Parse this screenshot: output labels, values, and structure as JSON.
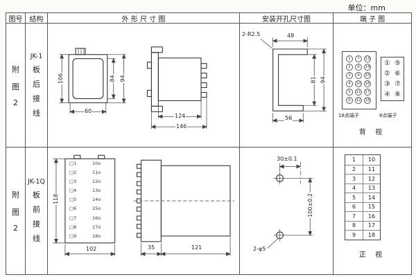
{
  "unit_label": "单位：mm",
  "header": {
    "fig": "图号",
    "struct": "结构",
    "outline": "外 形 尺 寸 图",
    "mount": "安装开孔尺寸图",
    "terminal": "端 子 图"
  },
  "row1": {
    "fig": [
      "附",
      "图",
      "2"
    ],
    "struct_model": "JK-1",
    "struct_chars": [
      "板",
      "后",
      "接",
      "线"
    ],
    "outline": {
      "d106": "106",
      "d84": "84",
      "d94": "94",
      "d60": "60",
      "d124": "124",
      "d146": "146"
    },
    "mount": {
      "radius": "2-R2.5",
      "d48": "48",
      "d81": "81",
      "d94": "94",
      "d56": "56"
    },
    "terminal": {
      "t18": [
        "1",
        "7",
        "13",
        "2",
        "8",
        "14",
        "3",
        "9",
        "15",
        "4",
        "10",
        "16",
        "5",
        "11",
        "17",
        "6",
        "12",
        "18"
      ],
      "t8": [
        "①",
        "⑤",
        "②",
        "⑥",
        "③",
        "⑦",
        "④",
        "⑧"
      ],
      "t18_label": "18点端子",
      "t8_label": "8点端子",
      "view": "背 视"
    }
  },
  "row2": {
    "fig": [
      "附",
      "图",
      "2"
    ],
    "struct_model": "JK-1Q",
    "struct_chars": [
      "板",
      "前",
      "接",
      "线"
    ],
    "outline": {
      "left_terms": "□1\n□2\n□3\n□4\n□5\n□6\n□7\n□8\n□9",
      "right_terms": "10o\n11o\n12o\n13o\n14o\n15o\n16o\n17o\n18o",
      "d118": "118",
      "d102": "102",
      "d35": "35",
      "d121": "121"
    },
    "mount": {
      "d30": "30±0.1",
      "d100": "100±0.2",
      "holes": "2-φ5"
    },
    "terminal": {
      "left": [
        "1",
        "2",
        "3",
        "4",
        "5",
        "6",
        "7",
        "8",
        "9"
      ],
      "right": [
        "10",
        "11",
        "12",
        "13",
        "14",
        "15",
        "16",
        "17",
        "18"
      ],
      "view": "正 视"
    }
  }
}
